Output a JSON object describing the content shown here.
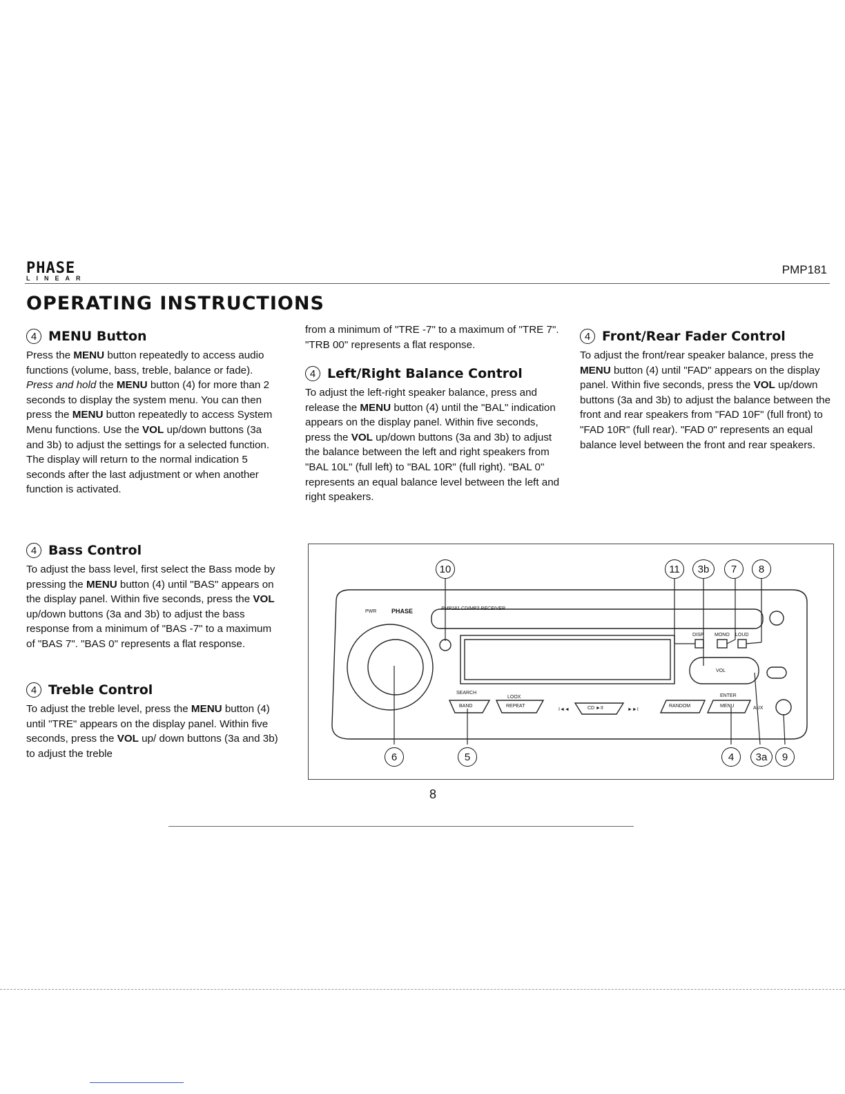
{
  "header": {
    "brand_logo": "PHASE",
    "brand_sub": "LINEAR",
    "model": "PMP181"
  },
  "title": "OPERATING INSTRUCTIONS",
  "sections": {
    "menu": {
      "num": "4",
      "heading": "MENU Button",
      "p1a": "Press the ",
      "p1b": "MENU",
      "p1c": " button repeatedly to access audio functions (volume, bass, treble, balance or fade).",
      "p2a": "Press and hold",
      "p2b": " the ",
      "p2c": "MENU",
      "p2d": " button (4) for more than 2 seconds to display the system menu. You can then press the ",
      "p2e": "MENU",
      "p2f": " button repeatedly to access System Menu functions. Use the ",
      "p2g": "VOL",
      "p2h": " up/down buttons (3a and 3b) to adjust the settings for a selected function. The display will return to the normal indication 5 seconds after the last adjustment or when another function is activated."
    },
    "bass": {
      "num": "4",
      "heading": "Bass Control",
      "a": "To adjust the bass level, first select the Bass mode by pressing the ",
      "b": "MENU",
      "c": " button (4) until \"BAS\" appears on the display panel. Within five seconds, press the ",
      "d": "VOL",
      "e": " up/down buttons (3a and 3b) to adjust the bass response from a minimum of \"BAS -7\" to a maximum of \"BAS 7\". \"BAS 0\" represents a flat response."
    },
    "treble": {
      "num": "4",
      "heading": "Treble Control",
      "a": "To adjust the treble level, press the ",
      "b": "MENU",
      "c": " button (4) until \"TRE\" appears on the display panel. Within five seconds, press the ",
      "d": "VOL",
      "e": " up/ down buttons (3a and 3b) to adjust the treble",
      "cont": "from a minimum of \"TRE -7\" to a maximum of \"TRE 7\". \"TRB 00\" represents a flat response."
    },
    "balance": {
      "num": "4",
      "heading": "Left/Right Balance Control",
      "a": "To adjust the left-right speaker balance, press and release the ",
      "b": "MENU",
      "c": " button (4) until the \"BAL\" indication appears on the display panel. Within five seconds, press the ",
      "d": "VOL",
      "e": " up/down buttons (3a and 3b) to adjust the balance between the left and right speakers from \"BAL 10L\" (full left) to \"BAL 10R\" (full right). \"BAL 0\" represents an equal balance level between the left and right speakers."
    },
    "fader": {
      "num": "4",
      "heading": "Front/Rear Fader Control",
      "a": "To adjust the front/rear speaker balance, press the ",
      "b": "MENU",
      "c": " button (4) until \"FAD\" appears on the display panel. Within five seconds, press the ",
      "d": "VOL",
      "e": " up/down buttons (3a and 3b) to adjust the balance between the front and rear speakers from \"FAD 10F\" (full front) to \"FAD 10R\" (full rear). \"FAD 0\" represents an equal balance level between the front and rear speakers."
    }
  },
  "figure": {
    "callouts_top": [
      "10",
      "11",
      "3b",
      "7",
      "8"
    ],
    "callouts_bottom": [
      "6",
      "5",
      "4",
      "3a",
      "9"
    ],
    "device_labels": {
      "pwr": "PWR",
      "brand": "PHASE",
      "model_text": "PMP181 CD/MP3 RECEIVER",
      "band": "BAND",
      "repeat": "REPEAT",
      "cd": "CD ►II",
      "random": "RANDOM",
      "menu": "MENU",
      "vol": "VOL",
      "search": "SEARCH",
      "loox": "LOOX",
      "enter": "ENTER",
      "aux": "AUX",
      "disp": "DISP",
      "mono": "MONO",
      "loud": "LOUD",
      "prev": "I◄◄",
      "next": "►►I"
    }
  },
  "page_number": "8"
}
